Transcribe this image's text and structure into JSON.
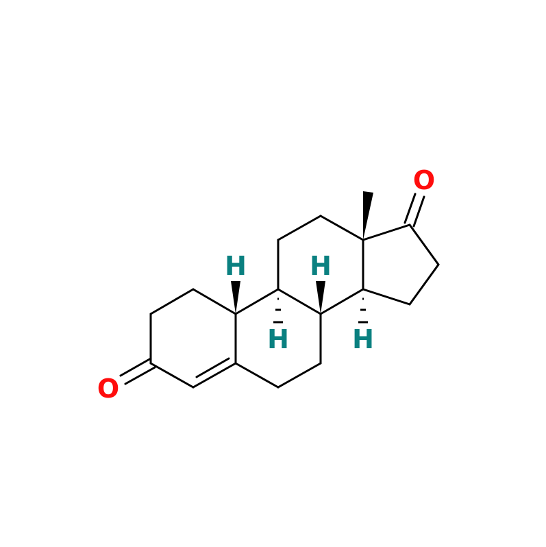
{
  "molecule": {
    "atoms": {
      "oxygen_ketone_17": "O",
      "oxygen_ketone_3": "O",
      "h_10_beta": "H",
      "h_8_beta": "H",
      "h_9_alpha": "H",
      "h_14_alpha": "H"
    },
    "colors": {
      "oxygen": "#ff0d0d",
      "hydrogen": "#0a8080",
      "bond": "#000000"
    }
  }
}
